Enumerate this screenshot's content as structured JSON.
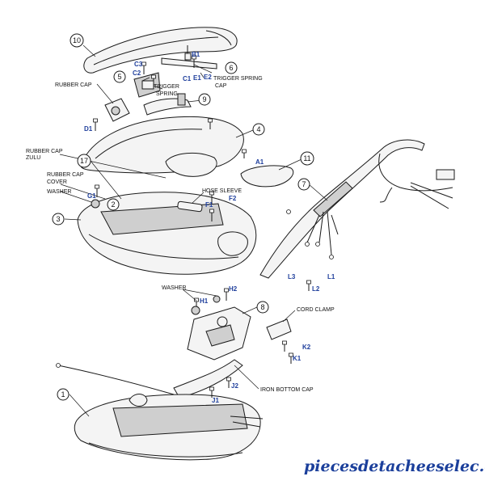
{
  "diagram": {
    "part_numbers": [
      "1",
      "2",
      "3",
      "4",
      "5",
      "6",
      "7",
      "8",
      "9",
      "10",
      "11",
      "17"
    ],
    "callouts": {
      "rubber_cap": "RUBBER CAP",
      "trigger_spring": [
        "TRIGGER",
        "SPRING"
      ],
      "trigger_spring_cap": [
        "TRIGGER SPRING",
        "CAP"
      ],
      "rubber_cap_zulu": [
        "RUBBER CAP",
        "ZULU"
      ],
      "rubber_cap_cover": [
        "RUBBER CAP",
        "COVER"
      ],
      "washer_left": "WASHER",
      "hose_sleeve": "HOSE SLEEVE",
      "washer_lower": "WASHER",
      "cord_clamp": "CORD CLAMP",
      "iron_bottom_cap": "IRON BOTTOM CAP"
    },
    "codes": {
      "B1": "B1",
      "C3": "C3",
      "C2": "C2",
      "C1": "C1",
      "E1": "E1",
      "E2": "E2",
      "D1": "D1",
      "A1": "A1",
      "G1": "G1",
      "F1": "F1",
      "F2": "F2",
      "H1": "H1",
      "H2": "H2",
      "K1": "K1",
      "K2": "K2",
      "J1": "J1",
      "J2": "J2",
      "L1": "L1",
      "L2": "L2",
      "L3": "L3"
    }
  },
  "watermark": "piecesdetacheeselec.com"
}
